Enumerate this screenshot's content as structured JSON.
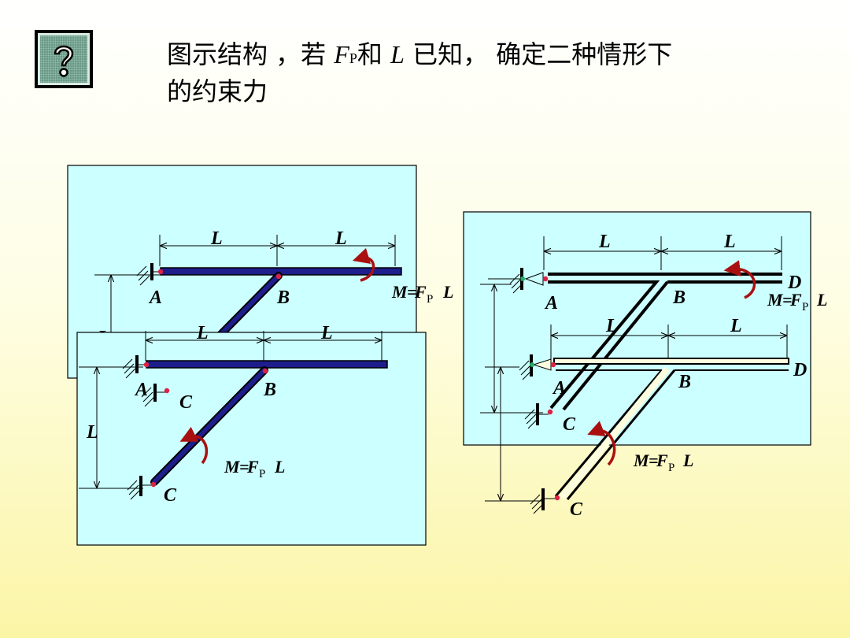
{
  "question": {
    "line1_a": "图示结构 ，若 ",
    "fp_symbol": "F",
    "fp_sub": "P",
    "line1_b": "和 ",
    "l_symbol": "L",
    "line1_c": " 已知， 确定二种情形下",
    "line2": "的约束力"
  },
  "icons": {
    "question": "question-mark-icon"
  },
  "colors": {
    "panel": "#ccffff",
    "beam_fill": "#1d1d8c",
    "moment": "#aa1010",
    "pin": "#dd2244",
    "slide_bg_top": "#ffffff",
    "slide_bg_bottom": "#fbf5a6"
  },
  "labels": {
    "A": "A",
    "B": "B",
    "C": "C",
    "D": "D",
    "L": "L",
    "moment_m": "M",
    "moment_eq": "=",
    "moment_f": "F",
    "moment_p": "P",
    "moment_l": "L"
  }
}
